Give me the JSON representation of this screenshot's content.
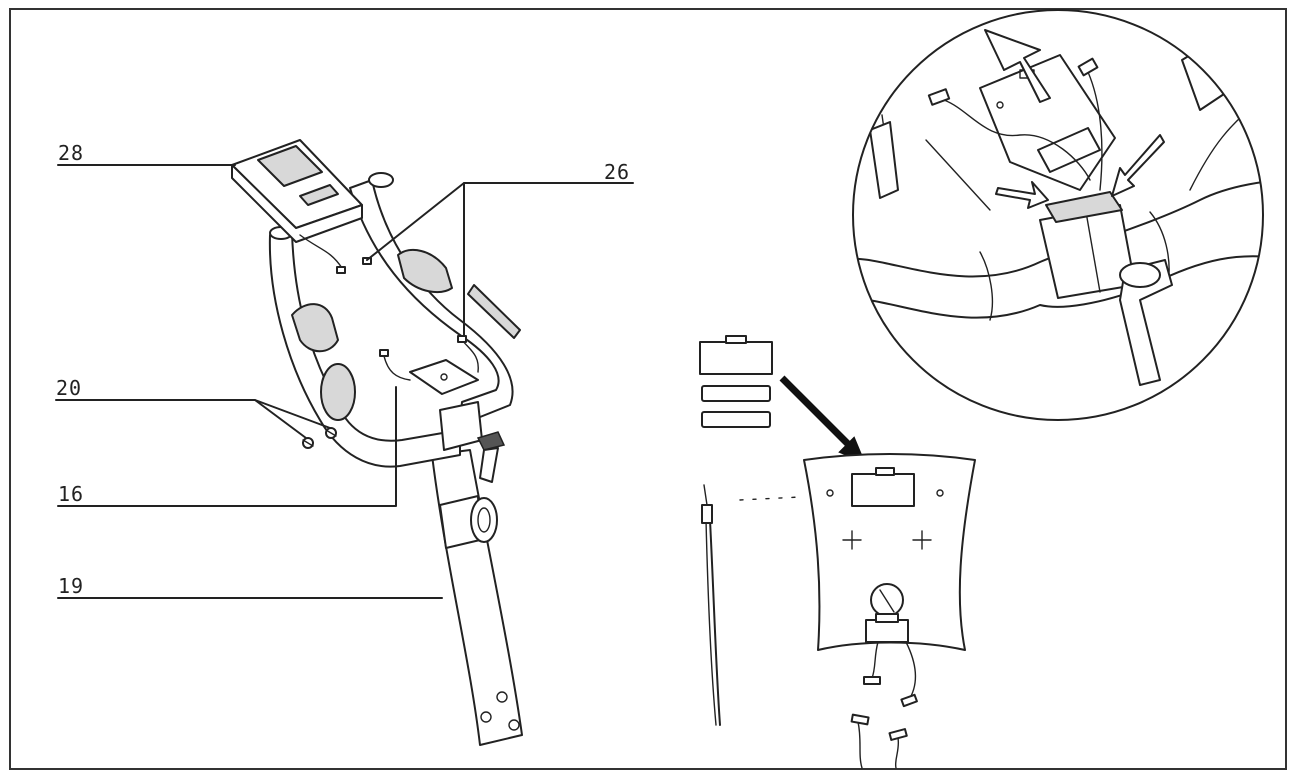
{
  "callouts": {
    "console": "28",
    "sensor_wire": "26",
    "screws": "20",
    "handlebar_cable": "16",
    "front_post": "19"
  },
  "colors": {
    "line": "#222222",
    "frame": "#333333",
    "background": "#ffffff"
  }
}
